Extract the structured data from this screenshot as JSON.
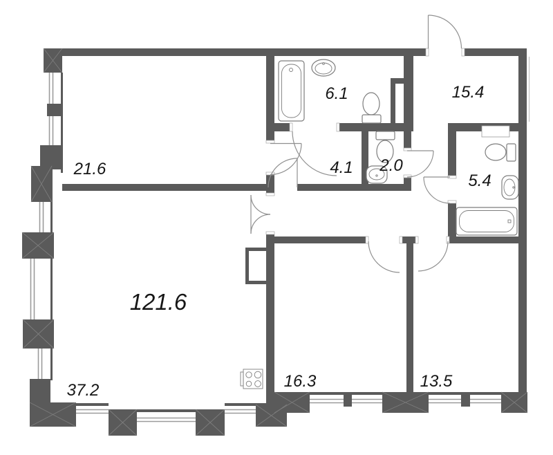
{
  "plan_type": "apartment-floor-plan",
  "units_hint": "m2",
  "rooms": {
    "bedroom_top_left": {
      "area": "21.6"
    },
    "bathroom_top": {
      "area": "6.1"
    },
    "entry_hall": {
      "area": "15.4"
    },
    "hallway": {
      "area": "4.1"
    },
    "wc": {
      "area": "2.0"
    },
    "bathroom_right": {
      "area": "5.4"
    },
    "living_kitchen": {
      "area": "121.6"
    },
    "living_secondary": {
      "area": "37.2"
    },
    "bedroom_bottom_left": {
      "area": "16.3"
    },
    "bedroom_bottom_right": {
      "area": "13.5"
    }
  },
  "fixtures": [
    "bathtub-vertical",
    "bathtub-horizontal",
    "sink-oval",
    "sink-counter",
    "toilet",
    "stove-4-burner",
    "ventilation-shaft",
    "wall-niche"
  ],
  "doors": [
    "entrance-door",
    "bedroom-21-door",
    "bathroom-6-door",
    "hallway-4-door",
    "living-double-door",
    "wc-2-door",
    "bathroom-5-door",
    "bedroom-16-door",
    "bedroom-13-door"
  ],
  "colors": {
    "wall": "#5a5a5a",
    "window_line": "#9b9b9b",
    "door_arc": "#8f8f8f",
    "fixture_line": "#7d7d7d",
    "label": "#161616",
    "background": "#ffffff"
  }
}
